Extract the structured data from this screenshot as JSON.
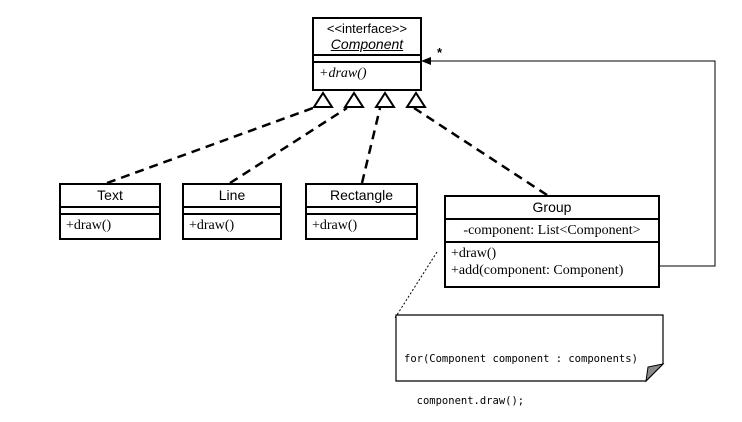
{
  "interface": {
    "stereotype": "<<interface>>",
    "name": "Component",
    "methods": [
      "+draw()"
    ]
  },
  "classes": {
    "text": {
      "name": "Text",
      "methods": [
        "+draw()"
      ]
    },
    "line": {
      "name": "Line",
      "methods": [
        "+draw()"
      ]
    },
    "rectangle": {
      "name": "Rectangle",
      "methods": [
        "+draw()"
      ]
    },
    "group": {
      "name": "Group",
      "attributes": [
        "-component: List<Component>"
      ],
      "methods": [
        "+draw()",
        "+add(component: Component)"
      ]
    }
  },
  "association": {
    "multiplicity": "*"
  },
  "note": {
    "lines": [
      "for(Component component : components)",
      "  component.draw();"
    ]
  }
}
